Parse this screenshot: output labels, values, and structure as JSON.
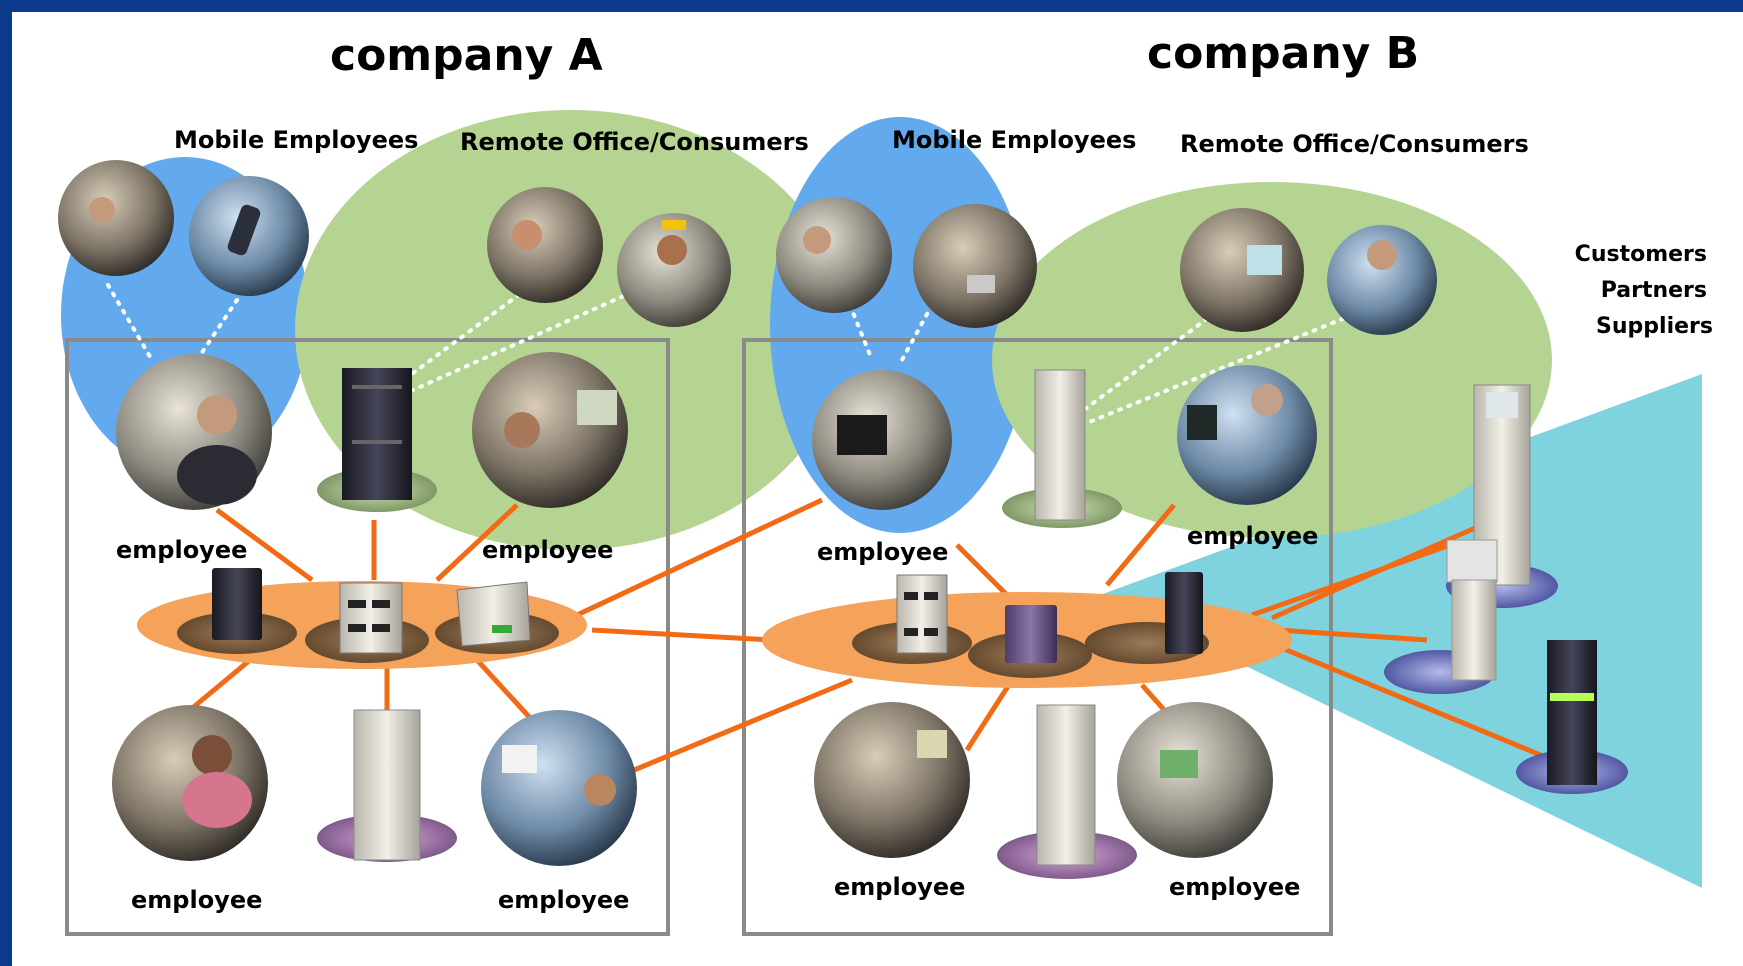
{
  "titles": {
    "company_a": "company A",
    "company_b": "company B"
  },
  "company_a": {
    "mobile_label": "Mobile Employees",
    "remote_label": "Remote Office/Consumers",
    "employee_labels": [
      "employee",
      "employee",
      "employee",
      "employee"
    ]
  },
  "company_b": {
    "mobile_label": "Mobile Employees",
    "remote_label": "Remote Office/Consumers",
    "employee_labels": [
      "employee",
      "employee",
      "employee",
      "employee"
    ]
  },
  "external": {
    "customers": "Customers",
    "partners": "Partners",
    "suppliers": "Suppliers"
  },
  "colors": {
    "mobile_bubble": "#63a9ee",
    "remote_bubble": "#b5d492",
    "hub": "#f5a25a",
    "link": "#f26a13",
    "external_wedge": "#7fd3df",
    "frame": "#8a8a8a"
  }
}
